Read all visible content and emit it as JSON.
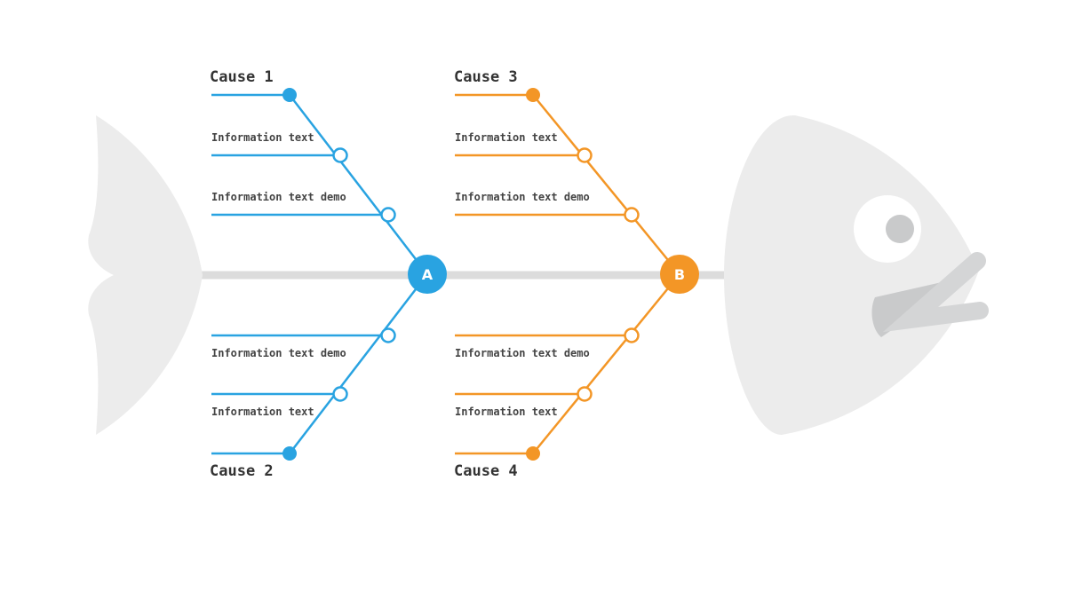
{
  "colors": {
    "blue": "#29a3e1",
    "orange": "#f39626",
    "spine": "#dcdcdc",
    "fish_body": "#ececec",
    "fish_detail": "#c9cacb",
    "fish_mouth": "#d4d5d6"
  },
  "nodes": {
    "a": {
      "label": "A"
    },
    "b": {
      "label": "B"
    }
  },
  "causes": {
    "cause1": {
      "title": "Cause 1",
      "items": [
        "Information text",
        "Information text demo"
      ]
    },
    "cause2": {
      "title": "Cause 2",
      "items": [
        "Information text demo",
        "Information text"
      ]
    },
    "cause3": {
      "title": "Cause 3",
      "items": [
        "Information text",
        "Information text demo"
      ]
    },
    "cause4": {
      "title": "Cause 4",
      "items": [
        "Information text demo",
        "Information text"
      ]
    }
  }
}
